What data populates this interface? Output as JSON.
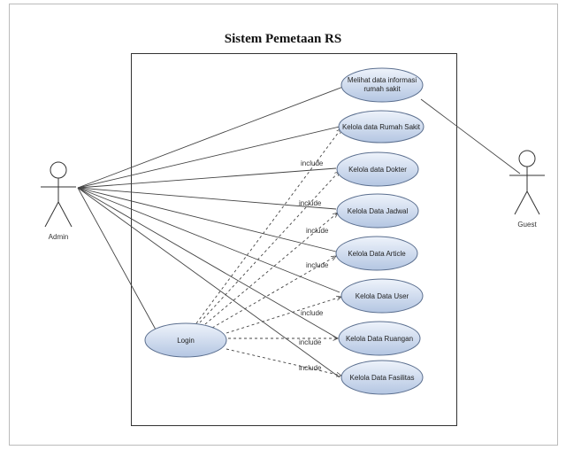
{
  "diagram": {
    "title": "Sistem Pemetaan RS",
    "actors": {
      "admin": "Admin",
      "guest": "Guest"
    },
    "use_cases": {
      "info": [
        "Melihat data informasi",
        "rumah sakit"
      ],
      "rumah_sakit": "Kelola data Rumah Sakit",
      "dokter": "Kelola data Dokter",
      "jadwal": "Kelola Data Jadwal",
      "article": "Kelola Data Article",
      "user": "Kelola Data User",
      "ruangan": "Kelola Data Ruangan",
      "fasilitas": "Kelola Data Fasilitas",
      "login": "Login"
    },
    "include_label": "include"
  },
  "colors": {
    "usecase_fill_top": "#e9eff9",
    "usecase_fill_bottom": "#b7c8e3",
    "usecase_stroke": "#5b6f8f",
    "line": "#444444"
  }
}
